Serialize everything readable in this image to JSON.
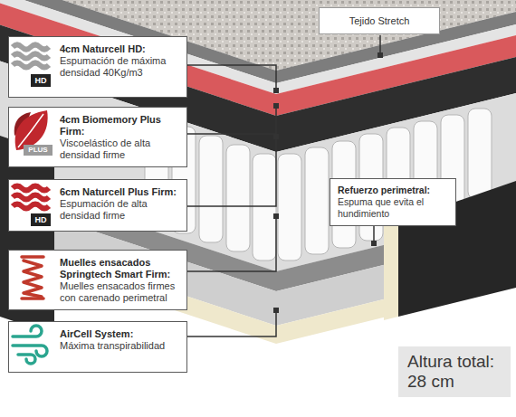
{
  "diagram": {
    "nodes": [
      {
        "text": [
          "Tejido Stretch"
        ]
      },
      {
        "text": [
          "4cm Naturcell HD:",
          "Espumación de máxima densidad 40Kg/m3"
        ]
      },
      {
        "text": [
          "4cm Biomemory Plus Firm:",
          "Viscoelástico de alta densidad firme"
        ]
      },
      {
        "text": [
          "6cm Naturcell Plus Firm:",
          "Espumación de alta densidad firme"
        ]
      },
      {
        "text": [
          "Refuerzo perimetral:",
          "Espuma que evita el hundimiento"
        ]
      },
      {
        "text": [
          "Muelles ensacados Springtech Smart Firm:",
          "Muelles ensacados firmes con carenado perimetral"
        ]
      },
      {
        "text": [
          "AirCell System:",
          "Máxima transpirabilidad"
        ]
      },
      {
        "text": [
          "Altura total:",
          "28 cm"
        ]
      }
    ],
    "labels": [
      "HD",
      "PLUS",
      "HD"
    ]
  }
}
